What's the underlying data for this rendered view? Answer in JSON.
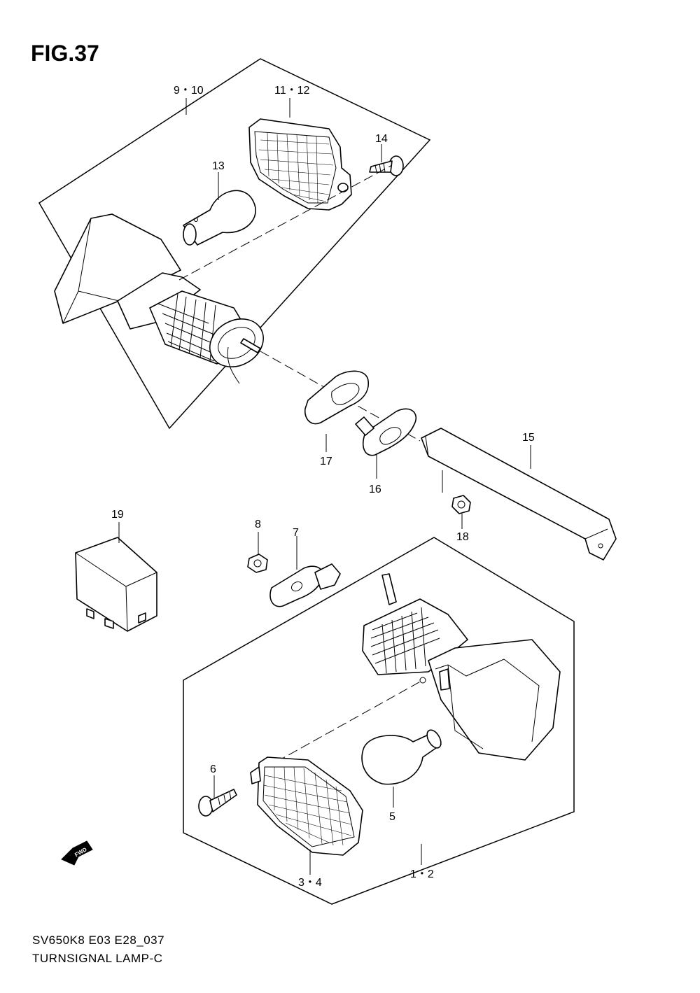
{
  "figure": {
    "title": "FIG.37",
    "model_code": "SV650K8 E03 E28_037",
    "name": "TURNSIGNAL LAMP-C",
    "direction_marker": "FWD"
  },
  "callouts": [
    {
      "id": "c-9-10",
      "label": "9・10"
    },
    {
      "id": "c-11-12",
      "label": "11・12"
    },
    {
      "id": "c-14",
      "label": "14"
    },
    {
      "id": "c-13",
      "label": "13"
    },
    {
      "id": "c-15",
      "label": "15"
    },
    {
      "id": "c-17",
      "label": "17"
    },
    {
      "id": "c-16",
      "label": "16"
    },
    {
      "id": "c-18",
      "label": "18"
    },
    {
      "id": "c-19",
      "label": "19"
    },
    {
      "id": "c-8",
      "label": "8"
    },
    {
      "id": "c-7",
      "label": "7"
    },
    {
      "id": "c-6",
      "label": "6"
    },
    {
      "id": "c-5",
      "label": "5"
    },
    {
      "id": "c-3-4",
      "label": "3・4"
    },
    {
      "id": "c-1-2",
      "label": "1・2"
    }
  ]
}
